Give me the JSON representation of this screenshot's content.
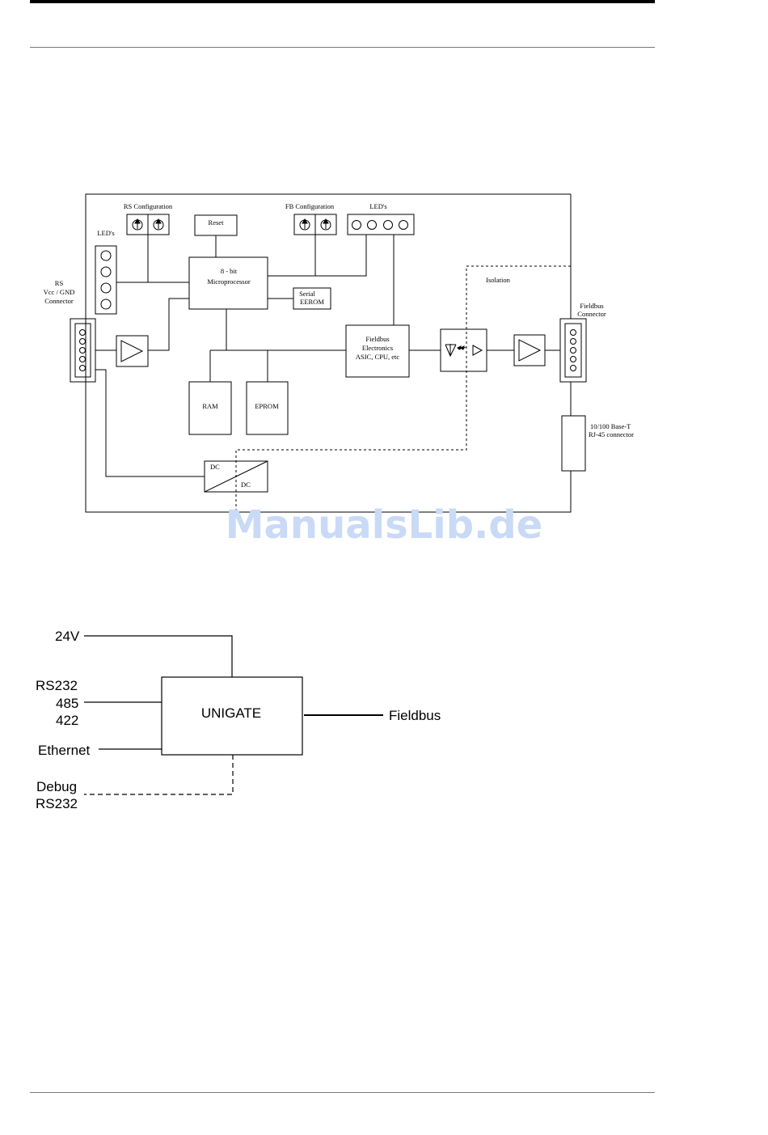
{
  "block_diagram": {
    "rs_configuration": "RS Configuration",
    "fb_configuration": "FB Configuration",
    "leds_left": "LED's",
    "leds_right": "LED's",
    "reset": "Reset",
    "micro_line1": "8 - bit",
    "micro_line2": "Microprocessor",
    "serial_line1": "Serial",
    "serial_line2": "EEROM",
    "isolation": "Isolation",
    "rs_conn_line1": "RS",
    "rs_conn_line2": "Vcc / GND",
    "rs_conn_line3": "Connector",
    "fb_conn_line1": "Fieldbus",
    "fb_conn_line2": "Connector",
    "fb_elec_line1": "Fieldbus",
    "fb_elec_line2": "Electronics",
    "fb_elec_line3": "ASIC, CPU, etc",
    "ram": "RAM",
    "eprom": "EPROM",
    "ethernet_line1": "10/100 Base-T",
    "ethernet_line2": "RJ-45 connector",
    "dc_in": "DC",
    "dc_out": "DC"
  },
  "overview_diagram": {
    "power": "24V",
    "serial_line1": "RS232",
    "serial_line2": "485",
    "serial_line3": "422",
    "ethernet": "Ethernet",
    "debug_line1": "Debug",
    "debug_line2": "RS232",
    "unigate": "UNIGATE",
    "fieldbus": "Fieldbus"
  },
  "watermark": "ManualsLib.de"
}
